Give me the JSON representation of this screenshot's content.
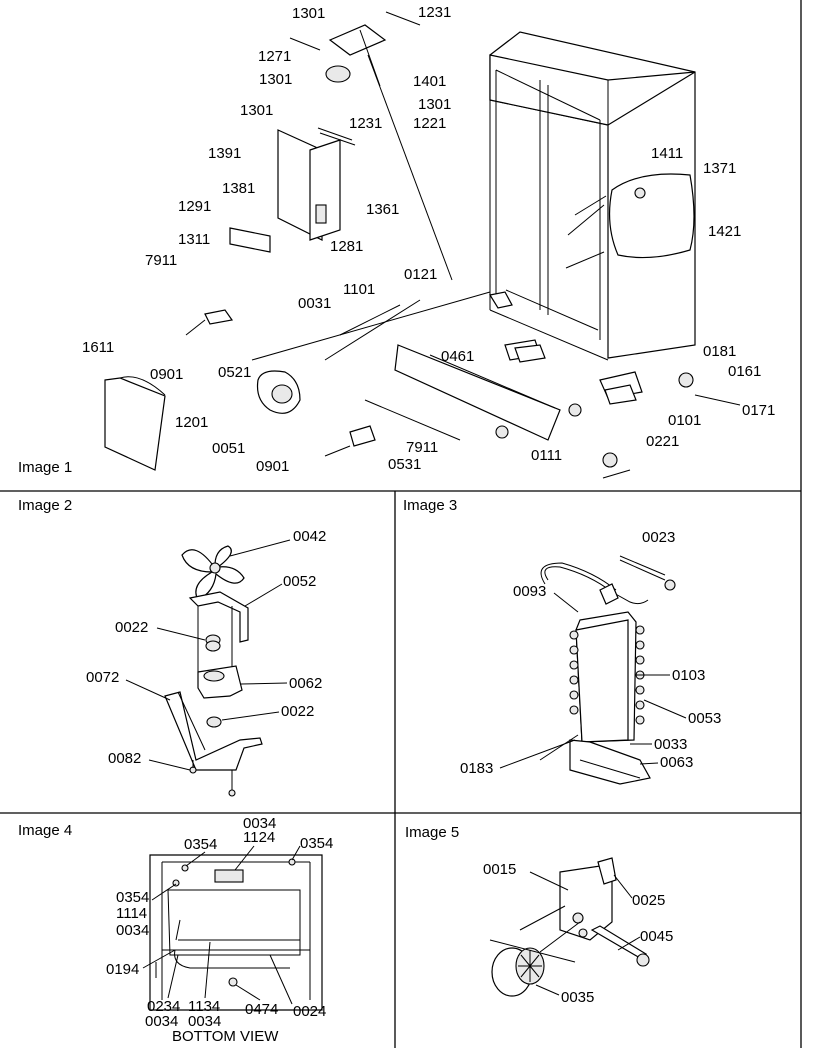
{
  "panels": [
    {
      "caption": "Image 1"
    },
    {
      "caption": "Image 2"
    },
    {
      "caption": "Image 3"
    },
    {
      "caption": "Image 4"
    },
    {
      "caption": "Image 5"
    }
  ],
  "image1": {
    "callouts": [
      "1301",
      "1231",
      "1271",
      "1301",
      "1401",
      "1301",
      "1221",
      "1301",
      "1231",
      "1391",
      "1381",
      "1291",
      "1361",
      "1311",
      "1281",
      "7911",
      "1411",
      "1371",
      "1421",
      "0121",
      "1101",
      "0031",
      "0461",
      "1611",
      "0901",
      "0521",
      "0181",
      "0161",
      "0171",
      "0101",
      "0221",
      "1201",
      "0051",
      "7911",
      "0901",
      "0531",
      "0111"
    ]
  },
  "image2": {
    "callouts": [
      "0042",
      "0052",
      "0022",
      "0062",
      "0072",
      "0022",
      "0082"
    ]
  },
  "image3": {
    "callouts": [
      "0023",
      "0093",
      "0103",
      "0053",
      "0033",
      "0063",
      "0183"
    ]
  },
  "image4": {
    "callouts": [
      "0034",
      "1124",
      "0354",
      "0354",
      "0354",
      "1114",
      "0034",
      "0194",
      "0234",
      "1134",
      "0474",
      "0024",
      "0034",
      "0034"
    ],
    "view_label": "BOTTOM VIEW"
  },
  "image5": {
    "callouts": [
      "0015",
      "0025",
      "0045",
      "0035"
    ]
  }
}
